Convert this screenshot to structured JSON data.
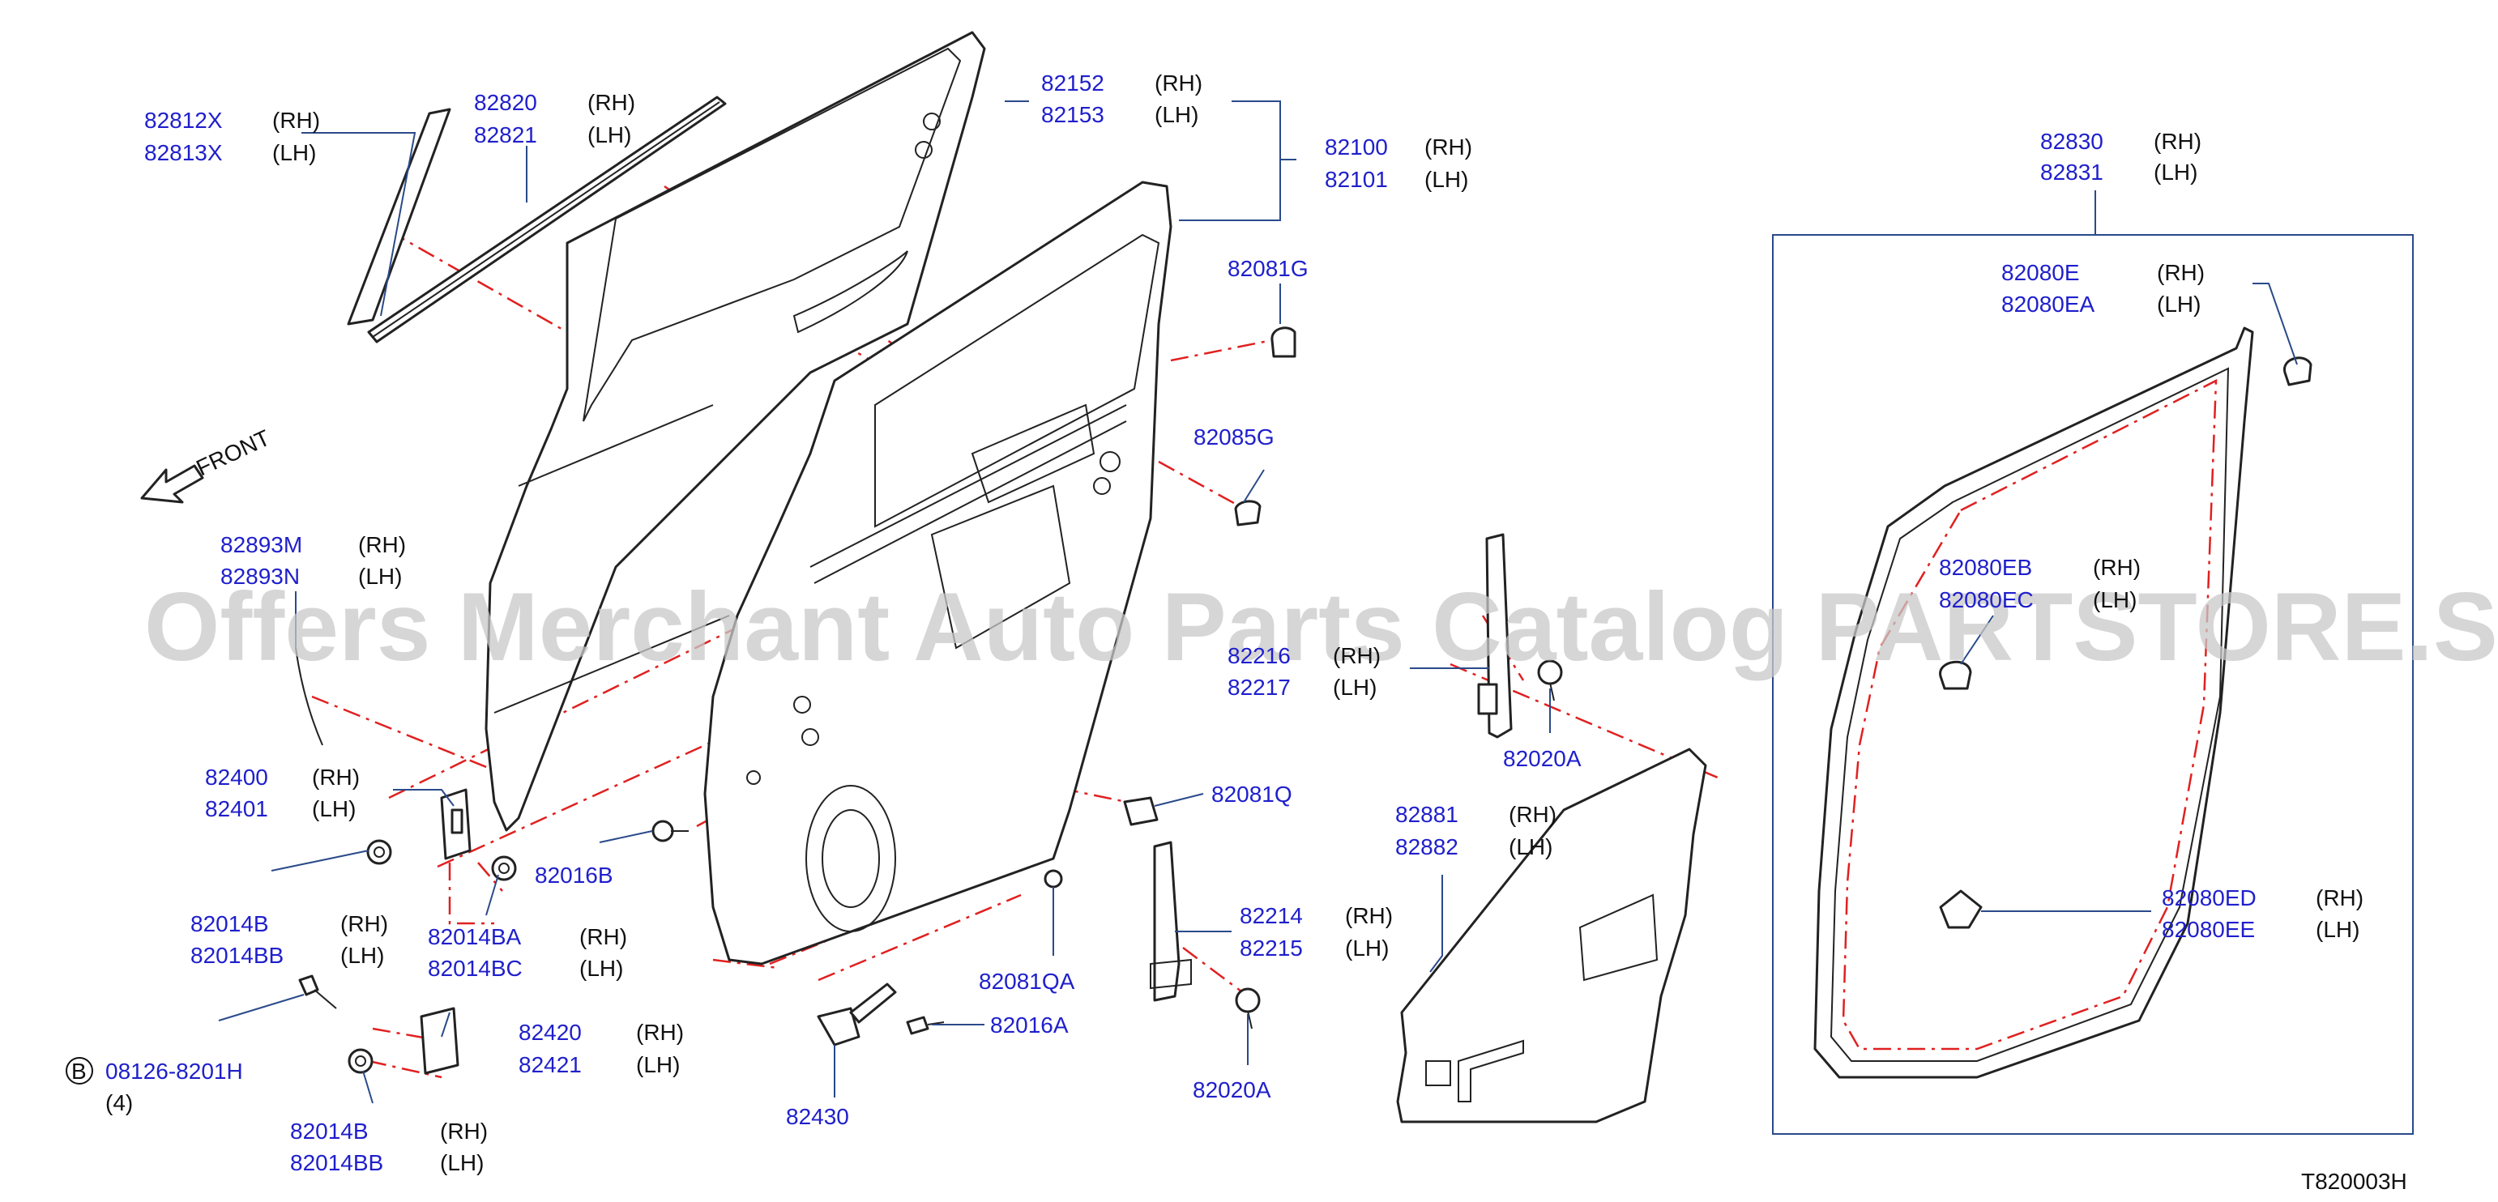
{
  "labels": {
    "p82812X": "82812X",
    "p82813X": "82813X",
    "p82820": "82820",
    "p82821": "82821",
    "p82152": "82152",
    "p82153": "82153",
    "p82100": "82100",
    "p82101": "82101",
    "p82081G": "82081G",
    "p82085G": "82085G",
    "p82893M": "82893M",
    "p82893N": "82893N",
    "p82400": "82400",
    "p82401": "82401",
    "p82014B_a": "82014B",
    "p82014BB_a": "82014BB",
    "p82014BA": "82014BA",
    "p82014BC": "82014BC",
    "p82016B": "82016B",
    "p08126": "08126-8201H",
    "qty4": "(4)",
    "bolt_b": "B",
    "p82420": "82420",
    "p82421": "82421",
    "p82014B_b": "82014B",
    "p82014BB_b": "82014BB",
    "p82430": "82430",
    "p82016A": "82016A",
    "p82081QA": "82081QA",
    "p82081Q": "82081Q",
    "p82214": "82214",
    "p82215": "82215",
    "p82020A_a": "82020A",
    "p82020A_b": "82020A",
    "p82216": "82216",
    "p82217": "82217",
    "p82881": "82881",
    "p82882": "82882",
    "p82830": "82830",
    "p82831": "82831",
    "p82080E": "82080E",
    "p82080EA": "82080EA",
    "p82080EB": "82080EB",
    "p82080EC": "82080EC",
    "p82080ED": "82080ED",
    "p82080EE": "82080EE"
  },
  "side": {
    "rh": "(RH)",
    "lh": "(LH)"
  },
  "front_label": "FRONT",
  "diagram_code": "T820003H",
  "watermark": "Offers Merchant Auto Parts Catalog PARTSTORE.SA",
  "colors": {
    "part_number": "#1f1fcc",
    "leader": "#2a4a8a",
    "center_line": "#e02020",
    "watermark": "#c8c8c8"
  }
}
